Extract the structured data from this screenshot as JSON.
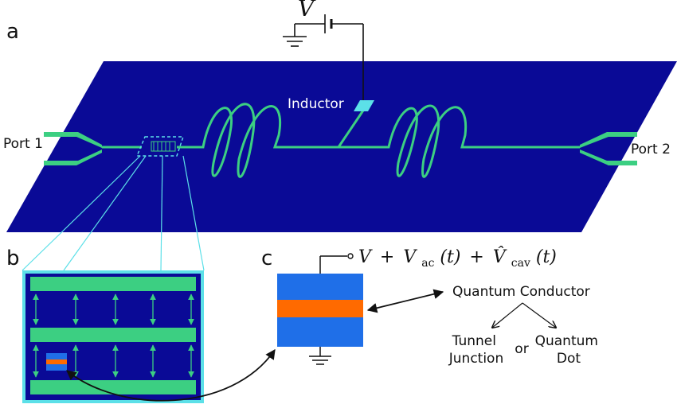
{
  "panels": {
    "a": "a",
    "b": "b",
    "c": "c"
  },
  "chip": {
    "voltage_symbol": "V",
    "inductor_label": "Inductor",
    "port1_label": "Port 1",
    "port2_label": "Port 2"
  },
  "detail_c": {
    "voltage_expression": "V + V",
    "voltage_expression_parts": [
      "V",
      "+",
      "V",
      "ac",
      "(t)",
      "+",
      "V̂",
      "cav",
      "(t)"
    ],
    "device_title": "Quantum Conductor",
    "branch_left_line1": "Tunnel",
    "branch_left_line2": "Junction",
    "branch_connector": "or",
    "branch_right_line1": "Quantum",
    "branch_right_line2": "Dot"
  },
  "colors": {
    "substrate": "#0a0a96",
    "resonator": "#3ccf82",
    "device_blue": "#1f6fe8",
    "device_orange": "#ff6a00",
    "highlight_cyan": "#5ce0e8",
    "text": "#111111"
  }
}
